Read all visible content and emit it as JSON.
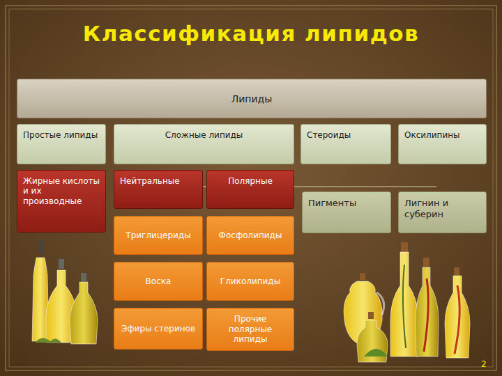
{
  "diagram": {
    "title": "Классификация липидов",
    "nodes": [
      {
        "text": [
          "Липиды"
        ]
      },
      {
        "text": [
          "Простые липиды"
        ]
      },
      {
        "text": [
          "Сложные липиды"
        ]
      },
      {
        "text": [
          "Стероиды"
        ]
      },
      {
        "text": [
          "Оксилипины"
        ]
      },
      {
        "text": [
          "Жирные кислоты и их производные"
        ]
      },
      {
        "text": [
          "Нейтральные"
        ]
      },
      {
        "text": [
          "Полярные"
        ]
      },
      {
        "text": [
          "Пигменты"
        ]
      },
      {
        "text": [
          "Лигнин и суберин"
        ]
      },
      {
        "text": [
          "Триглицериды"
        ]
      },
      {
        "text": [
          "Фосфолипиды"
        ]
      },
      {
        "text": [
          "Воска"
        ]
      },
      {
        "text": [
          "Гликолипиды"
        ]
      },
      {
        "text": [
          "Эфиры стеринов"
        ]
      },
      {
        "text": [
          "Прочие полярные липиды"
        ]
      }
    ],
    "labels": [
      "2"
    ]
  }
}
